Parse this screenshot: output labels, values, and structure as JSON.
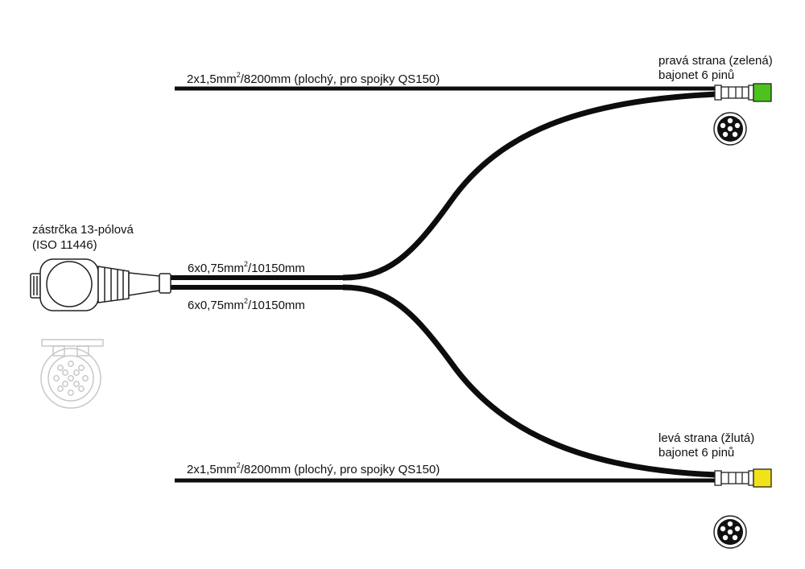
{
  "labels": {
    "top_flat_cable": {
      "pre": "2x1,5mm",
      "sup": "2",
      "post": "/8200mm (plochý, pro spojky QS150)"
    },
    "bottom_flat_cable": {
      "pre": "2x1,5mm",
      "sup": "2",
      "post": "/8200mm (plochý, pro spojky QS150)"
    },
    "round_cable_upper": {
      "pre": "6x0,75mm",
      "sup": "2",
      "post": "/10150mm"
    },
    "round_cable_lower": {
      "pre": "6x0,75mm",
      "sup": "2",
      "post": "/10150mm"
    },
    "plug_line1": "zástrčka 13-pólová",
    "plug_line2": "(ISO 11446)",
    "right_side_line1": "pravá  strana (zelená)",
    "right_side_line2": "bajonet 6 pinů",
    "left_side_line1": "levá  strana (žlutá)",
    "left_side_line2": "bajonet 6 pinů"
  },
  "colors": {
    "cable": "#0d0d0d",
    "right_connector": "#4cc21e",
    "left_connector": "#f2e21a",
    "outline": "#222222",
    "faded_outline": "#c8c8c8"
  }
}
